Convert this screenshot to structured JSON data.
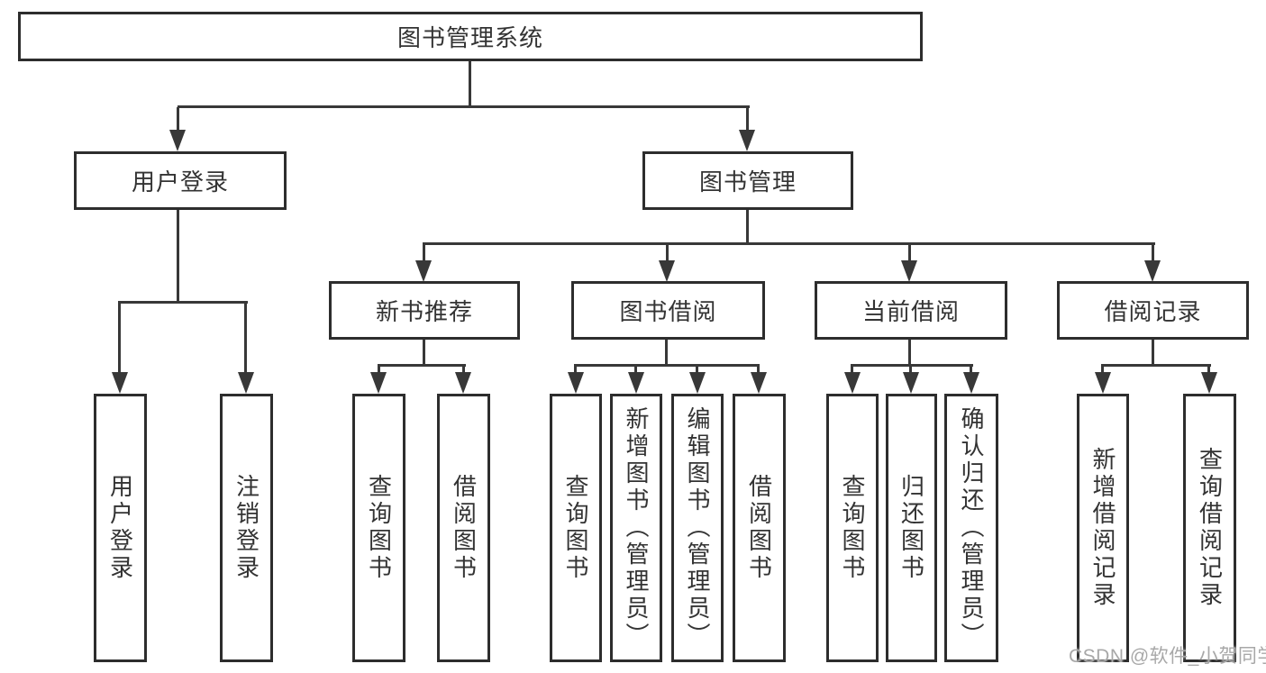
{
  "diagram_type": "functional-structure-tree",
  "colors": {
    "background": "#ffffff",
    "line": "#383838",
    "box_border": "#2d2d2d",
    "text": "#333333",
    "watermark": "#a8a8a8"
  },
  "nodes": {
    "root": "图书管理系统",
    "user_login": "用户登录",
    "book_mgmt": "图书管理",
    "new_book_rec": "新书推荐",
    "book_borrow": "图书借阅",
    "current_borrow": "当前借阅",
    "borrow_record": "借阅记录",
    "leaf_user_login": "用户登录",
    "leaf_logout": "注销登录",
    "leaf_nb_query": "查询图书",
    "leaf_nb_borrow": "借阅图书",
    "leaf_bb_query": "查询图书",
    "leaf_bb_add": "新增图书（管理员）",
    "leaf_bb_edit": "编辑图书（管理员）",
    "leaf_bb_borrow": "借阅图书",
    "leaf_cb_query": "查询图书",
    "leaf_cb_return": "归还图书",
    "leaf_cb_confirm": "确认归还（管理员）",
    "leaf_br_add": "新增借阅记录",
    "leaf_br_query": "查询借阅记录"
  },
  "hierarchy": {
    "图书管理系统": {
      "用户登录": [
        "用户登录",
        "注销登录"
      ],
      "图书管理": {
        "新书推荐": [
          "查询图书",
          "借阅图书"
        ],
        "图书借阅": [
          "查询图书",
          "新增图书（管理员）",
          "编辑图书（管理员）",
          "借阅图书"
        ],
        "当前借阅": [
          "查询图书",
          "归还图书",
          "确认归还（管理员）"
        ],
        "借阅记录": [
          "新增借阅记录",
          "查询借阅记录"
        ]
      }
    }
  },
  "watermark": "CSDN @软件_小贺同学"
}
